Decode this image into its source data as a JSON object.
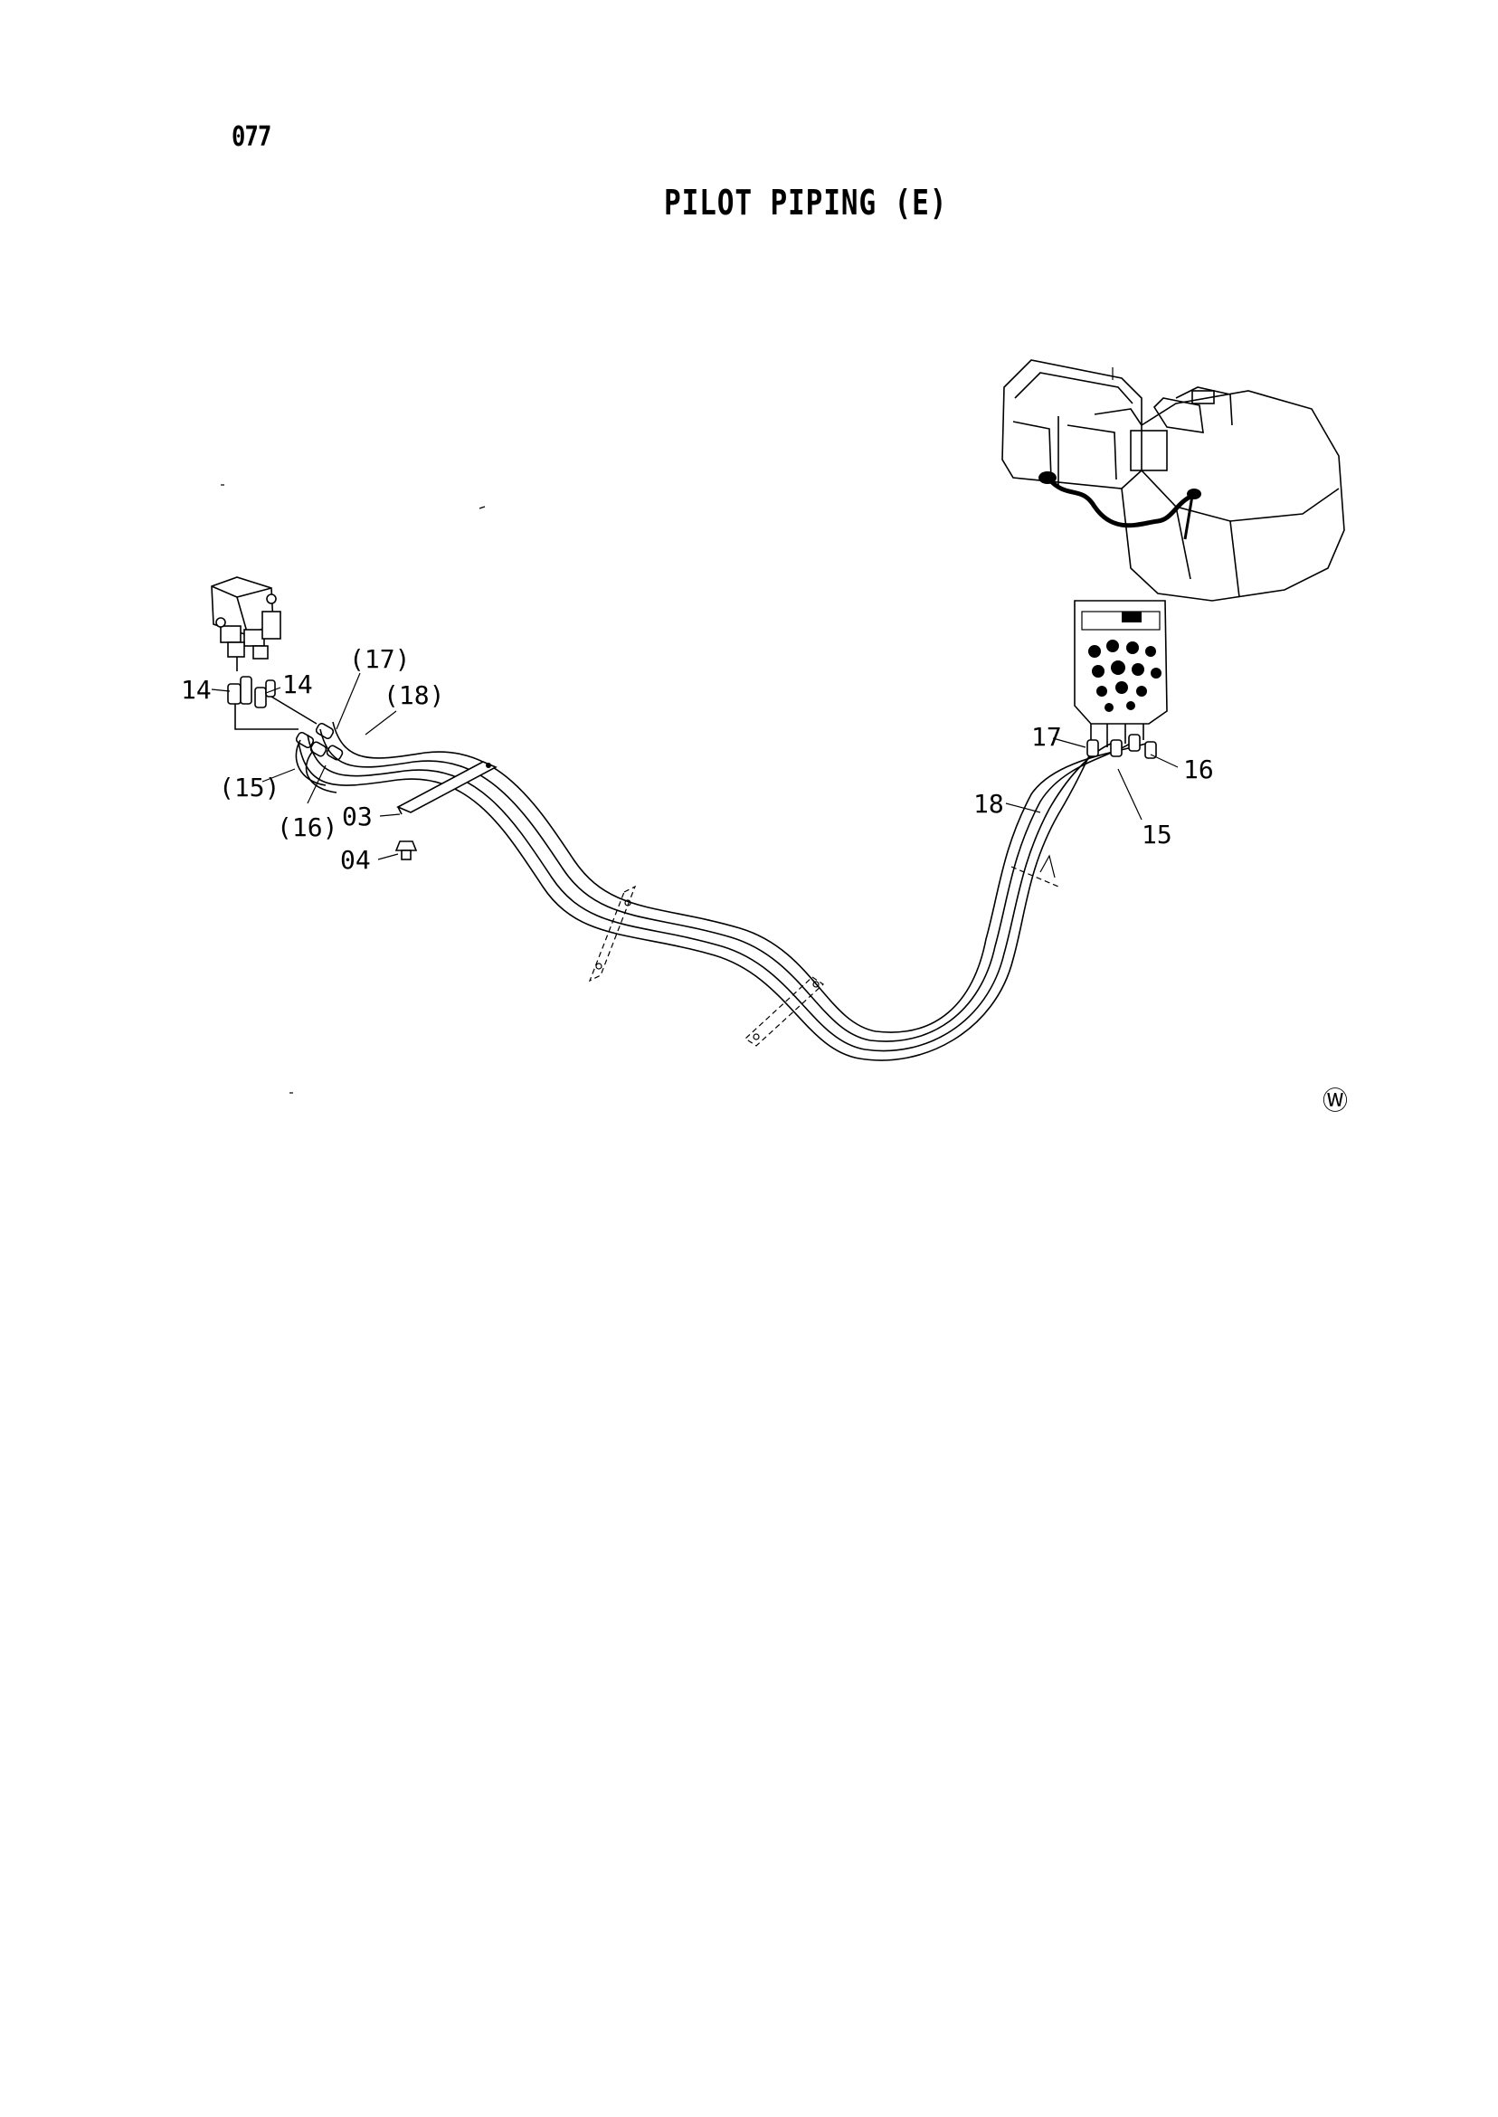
{
  "page_number": "077",
  "title": "PILOT PIPING (E)",
  "callouts": {
    "l14_left": "14",
    "l14_right": "14",
    "l17_paren": "(17)",
    "l18_paren": "(18)",
    "l15_paren": "(15)",
    "l16_paren": "(16)",
    "l03": "03",
    "l04": "04",
    "l17": "17",
    "l16": "16",
    "l18": "18",
    "l15": "15"
  },
  "watermark_symbol": "Ⓦ"
}
